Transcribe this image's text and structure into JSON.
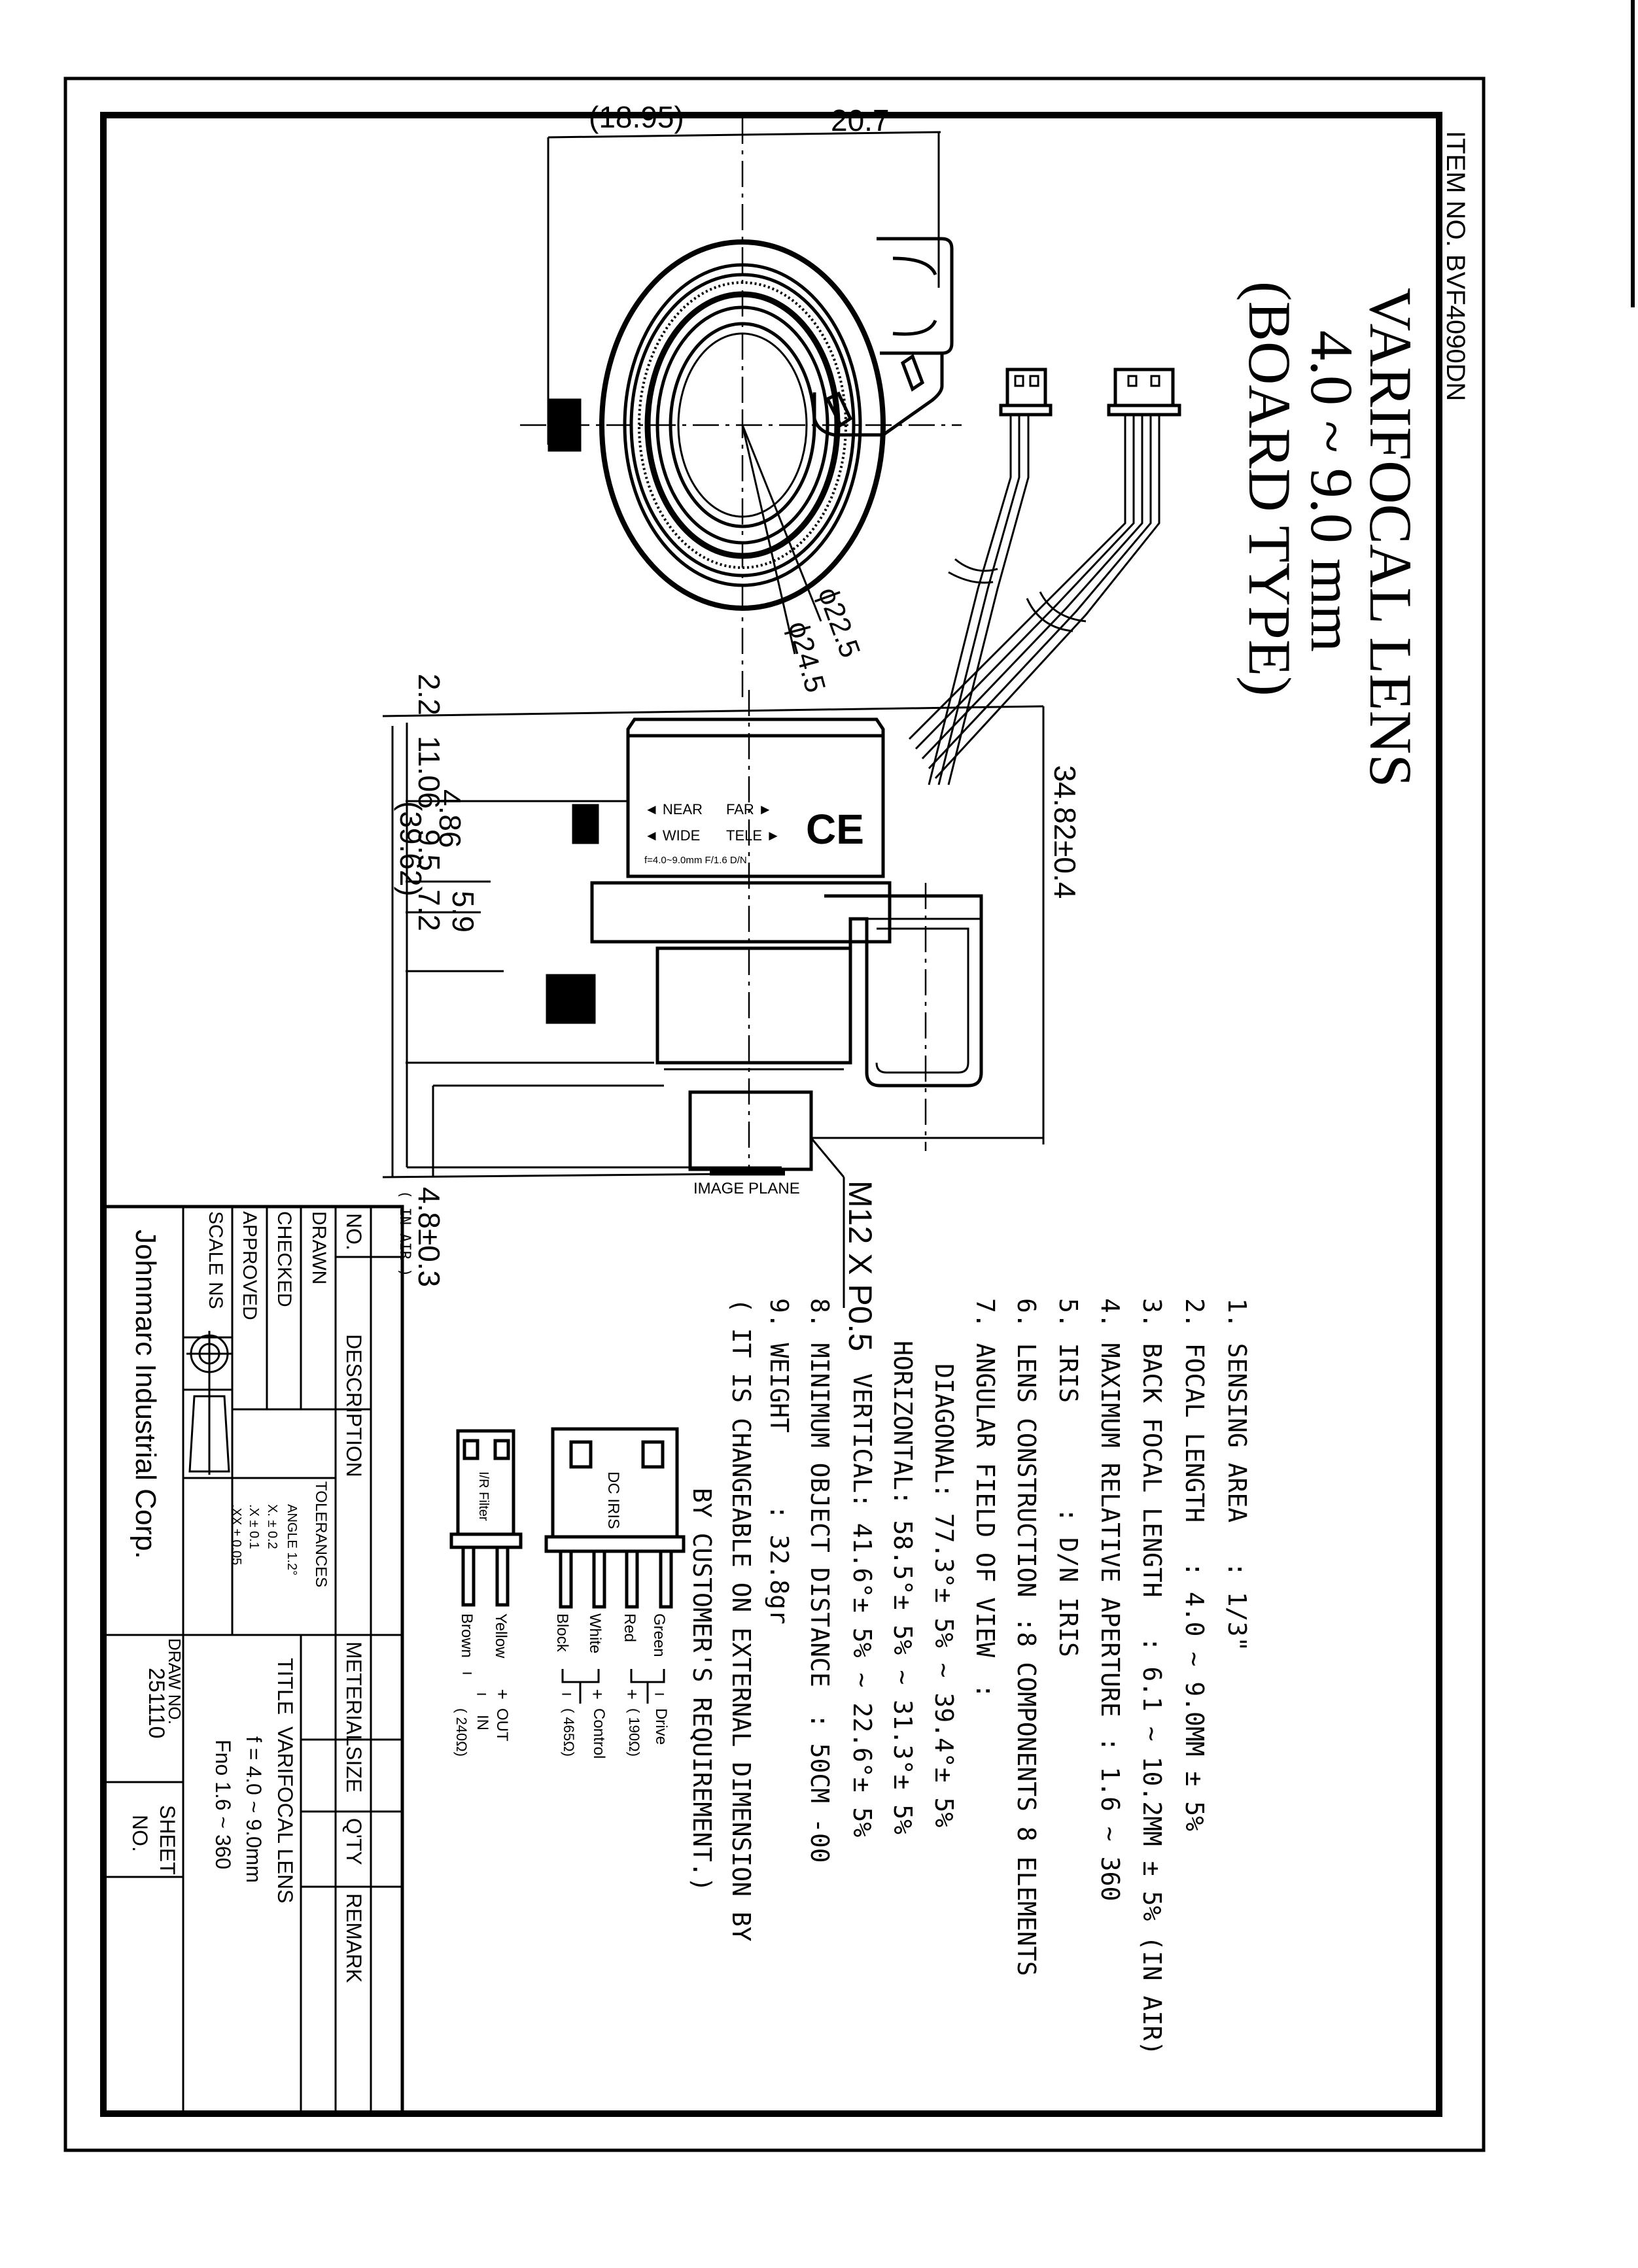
{
  "document": {
    "item_no": "ITEM NO. BVF4090DN",
    "title_lines": [
      "VARIFOCAL LENS",
      "4.0 ~ 9.0 mm",
      "(BOARD TYPE)"
    ],
    "orientation": "rotated 90° clockwise"
  },
  "specifications": [
    {
      "label": "1. SENSING AREA",
      "value": ": 1/3\""
    },
    {
      "label": "2. FOCAL LENGTH",
      "value": ": 4.0 ~ 9.0MM ± 5%"
    },
    {
      "label": "3. BACK FOCAL LENGTH",
      "value": ": 6.1 ~ 10.2MM ± 5% (IN AIR)"
    },
    {
      "label": "4. MAXIMUM RELATIVE APERTURE",
      "value": ": 1.6 ~ 360"
    },
    {
      "label": "5. IRIS",
      "value": ": D/N IRIS"
    },
    {
      "label": "6. LENS CONSTRUCTION",
      "value": ":8 COMPONENTS 8 ELEMENTS"
    },
    {
      "label": "7. ANGULAR FIELD OF VIEW",
      "value": ":"
    },
    {
      "label": "DIAGONAL",
      "value": ": 77.3°± 5% ~ 39.4°± 5%"
    },
    {
      "label": "HORIZONTAL",
      "value": ": 58.5°± 5% ~ 31.3°± 5%"
    },
    {
      "label": "VERTICAL",
      "value": ": 41.6°± 5% ~ 22.6°± 5%"
    },
    {
      "label": "8. MINIMUM OBJECT DISTANCE",
      "value": ": 50CM -00"
    },
    {
      "label": "9. WEIGHT",
      "value": ": 32.8gr"
    }
  ],
  "note_lines": [
    "( IT IS CHANGEABLE ON EXTERNAL DIMENSION BY",
    "BY CUSTOMER'S REQUIREMENT.)"
  ],
  "front_view": {
    "dim_left": "(18.95)",
    "dim_right": "20.7",
    "dia_inner": "ϕ22.5",
    "dia_outer": "ϕ24.5"
  },
  "side_view": {
    "dims": {
      "top_gap": "2.2",
      "zoom_ring": "11.06",
      "flange": "4.86",
      "iris_body": "9.5",
      "mount": "7.2",
      "thread_len": "5.9",
      "overall": "(39.62)",
      "height": "34.82±0.4",
      "bfl": "4.8±0.3",
      "bfl_note": "( IN AIR )"
    },
    "thread": "M12 X P0.5",
    "image_plane": "IMAGE PLANE",
    "label_near": "◄ NEAR",
    "label_far": "FAR ►",
    "label_wide": "◄ WIDE",
    "label_tele": "TELE ►",
    "label_spec": "f=4.0~9.0mm F/1.6 D/N",
    "ce_mark": "CE"
  },
  "connectors": {
    "dc_iris": {
      "label": "DC IRIS",
      "wires": [
        "Green",
        "Red",
        "White",
        "Block"
      ],
      "groups": [
        {
          "name": "Drive",
          "signs": [
            "−",
            "+"
          ],
          "resistance": "( 190Ω)"
        },
        {
          "name": "Control",
          "signs": [
            "+",
            "−"
          ],
          "resistance": "( 465Ω)"
        }
      ]
    },
    "ir_filter": {
      "label": "I/R Filter",
      "wires": [
        "Yellow",
        "Brown"
      ],
      "signs_out": [
        "+",
        "−"
      ],
      "signs_in": [
        "−"
      ],
      "out_label": "OUT",
      "in_label": "IN",
      "resistance": "( 240Ω)"
    }
  },
  "title_block": {
    "headers": [
      "NO.",
      "DESCRIPTION",
      "METERIAL",
      "SIZE",
      "Q'TY",
      "REMARK"
    ],
    "rows": [
      "DRAWN",
      "CHECKED",
      "APPROVED"
    ],
    "scale_label": "SCALE",
    "scale_value": "NS",
    "tolerances_label": "TOLERANCES",
    "tolerances": [
      "ANGLE 1.2°",
      "X. ± 0.2",
      ".X ± 0.1",
      ".XX ± 0.05"
    ],
    "title_label": "TITLE",
    "title_lines": [
      "VARIFOCAL LENS",
      "f = 4.0 ~ 9.0mm",
      "Fno 1.6 ~ 360"
    ],
    "company": "Johnmarc Industrial Corp.",
    "draw_no_label": "DRAW NO.",
    "draw_no": "251110",
    "sheet_no_label": "SHEET NO.",
    "sheet_no_label_lines": [
      "SHEET",
      "NO."
    ]
  }
}
